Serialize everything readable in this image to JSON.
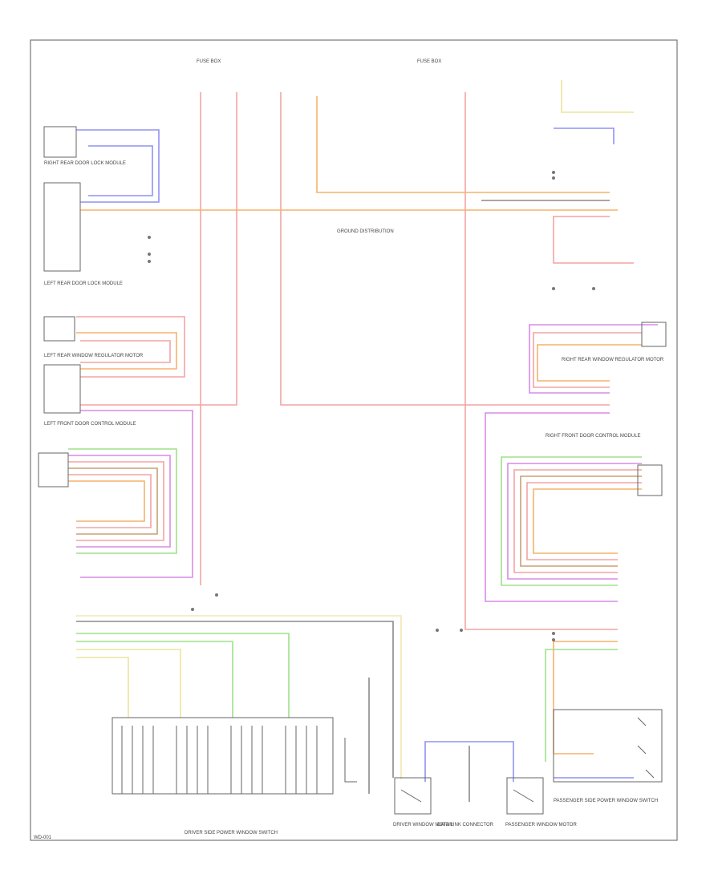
{
  "colors": {
    "pink": "#f4a3a3",
    "orange": "#f5b26b",
    "blue": "#8f92f2",
    "green": "#9fe08a",
    "violet": "#d98ce6",
    "yellow": "#ece59c",
    "lightyellow": "#f1e6b3",
    "gray": "#8a8a8a",
    "brown": "#c8a178",
    "frame": "#777777"
  },
  "labels": {
    "fuse_box_top": "FUSE BOX",
    "right_rear_door_lock_module": "RIGHT REAR DOOR LOCK MODULE",
    "left_rear_door_lock_module": "LEFT REAR DOOR LOCK MODULE",
    "left_front_door_control_module": "LEFT FRONT DOOR CONTROL MODULE",
    "right_front_door_control_module": "RIGHT FRONT DOOR CONTROL MODULE",
    "driver_side_power_window_switch": "DRIVER SIDE POWER WINDOW SWITCH",
    "passenger_side_power_window_switch": "PASSENGER SIDE POWER WINDOW SWITCH",
    "right_rear_window_regulator_motor": "RIGHT REAR WINDOW REGULATOR MOTOR",
    "left_rear_window_regulator_motor": "LEFT REAR WINDOW REGULATOR MOTOR",
    "driver_window_motor": "DRIVER WINDOW MOTOR",
    "passenger_window_motor": "PASSENGER WINDOW MOTOR",
    "ground_distribution": "GROUND DISTRIBUTION",
    "data_link_connector": "DATA LINK CONNECTOR",
    "page_ref": "WD-001"
  }
}
